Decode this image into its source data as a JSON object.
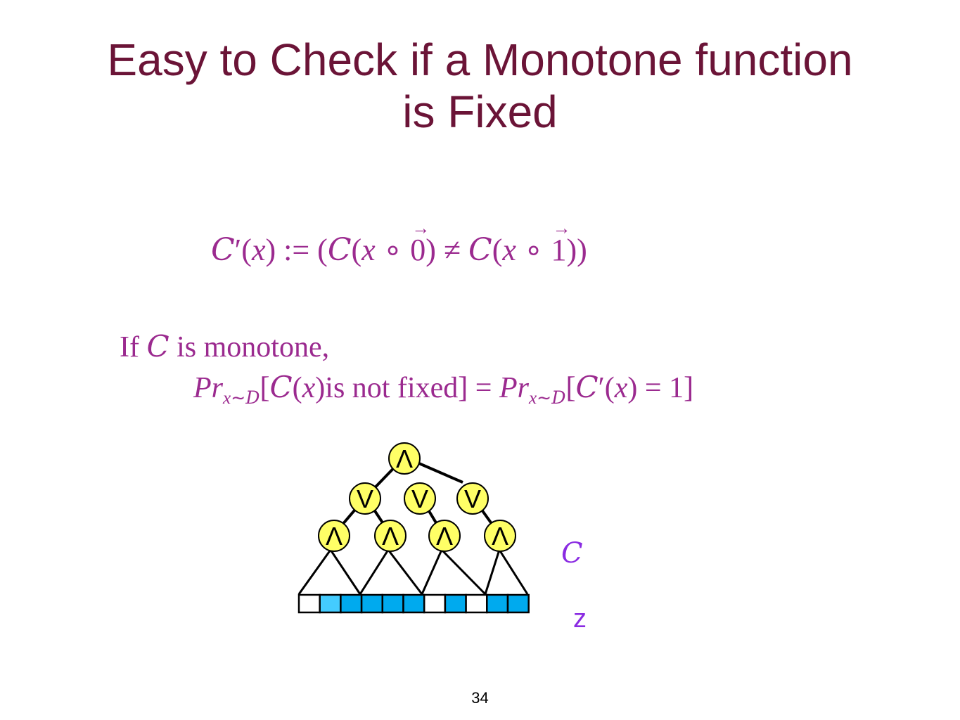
{
  "title": {
    "line1": "Easy to Check if a Monotone function",
    "line2": "is Fixed"
  },
  "formula": {
    "lhs": "C′(x) := (C(x ∘ 0) ≠ C(x ∘ 1))"
  },
  "condition": {
    "text": "If C is monotone,"
  },
  "probability": {
    "text": "Pr_{x~D}[C(x)is not fixed] = Pr_{x~D}[C′(x) = 1]"
  },
  "circuit": {
    "root_gate": "Λ",
    "level2_gates": [
      "V",
      "V",
      "V"
    ],
    "level3_gates": [
      "Λ",
      "Λ",
      "Λ",
      "Λ"
    ],
    "circuit_label": "C",
    "input_label": "z",
    "input_cells": [
      "white",
      "light",
      "blue",
      "blue",
      "blue",
      "blue",
      "white",
      "blue",
      "white",
      "blue",
      "blue"
    ]
  },
  "colors": {
    "title": "#6b1437",
    "math": "#9b2a8f",
    "gate_fill": "#ffff66",
    "cell_blue": "#00aaee",
    "cell_light": "#44ccff",
    "label": "#8a2be2"
  },
  "page_number": "34"
}
